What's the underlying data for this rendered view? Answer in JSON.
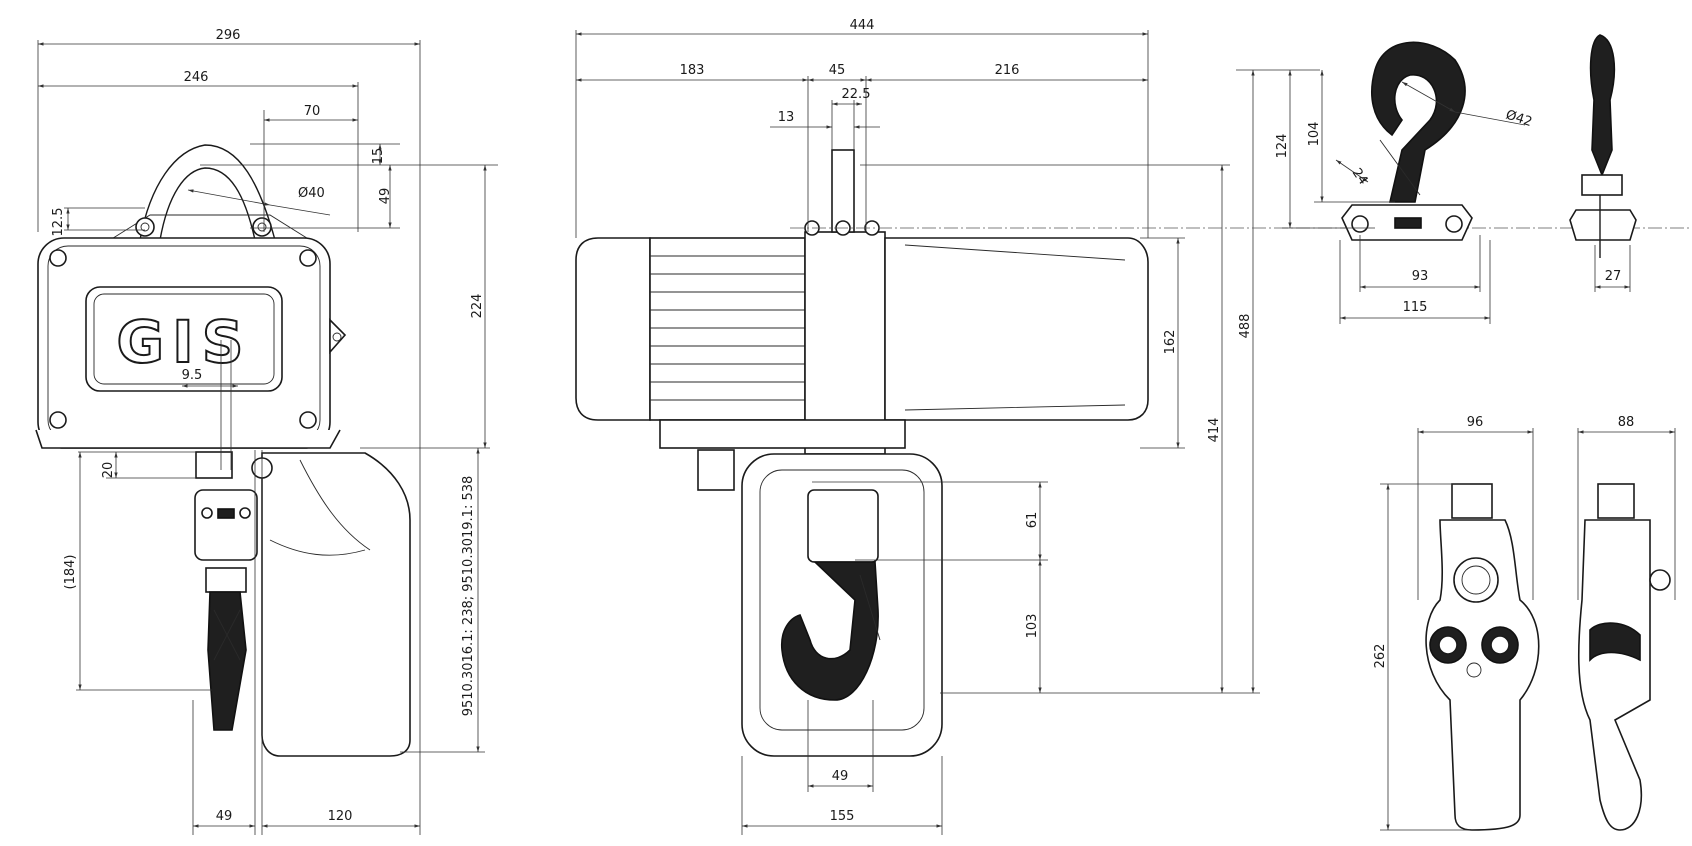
{
  "logo_text": "GIS",
  "dimensions": {
    "front": {
      "d296": "296",
      "d246": "246",
      "d70": "70",
      "d15": "15",
      "d40": "Ø40",
      "d49_top": "49",
      "d12_5": "12.5",
      "d224": "224",
      "d9_5": "9.5",
      "d20": "20",
      "d184": "(184)",
      "d_model": "9510.3016.1: 238; 9510.3019.1: 538",
      "d49_bottom": "49",
      "d120": "120"
    },
    "side": {
      "d444": "444",
      "d183": "183",
      "d45": "45",
      "d216": "216",
      "d22_5": "22.5",
      "d13": "13",
      "d162": "162",
      "d488": "488",
      "d414": "414",
      "d61": "61",
      "d103": "103",
      "d49": "49",
      "d155": "155"
    },
    "hook": {
      "d124": "124",
      "d104": "104",
      "d42": "Ø42",
      "d24": "24",
      "d93": "93",
      "d115": "115",
      "d27": "27"
    },
    "pendant": {
      "d96": "96",
      "d88": "88",
      "d262": "262"
    }
  }
}
